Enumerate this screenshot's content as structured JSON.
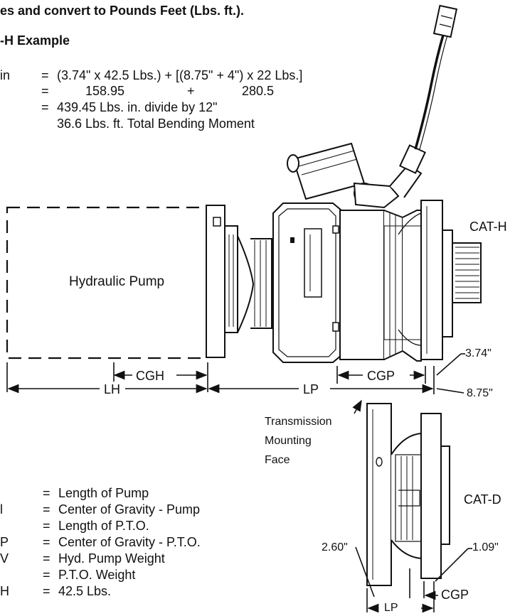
{
  "header": {
    "line1": "es and convert to Pounds Feet (Lbs. ft.).",
    "line2": "-H Example"
  },
  "equation": {
    "lhs": "in",
    "eq1": "=",
    "expr": "(3.74\" x 42.5 Lbs.) + [(8.75\" + 4\") x 22 Lbs.]",
    "eq2": "=",
    "term1": "158.95",
    "plus": "+",
    "term2": "280.5",
    "eq3": "=",
    "result": "439.45 Lbs. in. divide by 12\"",
    "total": "36.6 Lbs. ft. Total Bending Moment"
  },
  "labels": {
    "pump": "Hydraulic Pump",
    "cat_h": "CAT-H",
    "cat_d": "CAT-D",
    "cgh": "CGH",
    "lh": "LH",
    "lp": "LP",
    "cgp": "CGP",
    "dim_374": "3.74\"",
    "dim_875": "8.75\"",
    "dim_109": "1.09\"",
    "dim_260": "2.60\"",
    "cgp_d": "CGP",
    "lp_d": "LP",
    "trans_1": "Transmission",
    "trans_2": "Mounting",
    "trans_3": "Face"
  },
  "legend": [
    {
      "key": "",
      "eq": "=",
      "desc": "Length of Pump"
    },
    {
      "key": "l",
      "eq": "=",
      "desc": "Center of Gravity - Pump"
    },
    {
      "key": "",
      "eq": "=",
      "desc": "Length of P.T.O."
    },
    {
      "key": "P",
      "eq": "=",
      "desc": "Center of Gravity - P.T.O."
    },
    {
      "key": "V",
      "eq": "=",
      "desc": "Hyd. Pump Weight"
    },
    {
      "key": "",
      "eq": "=",
      "desc": "P.T.O. Weight"
    },
    {
      "key": "H",
      "eq": "=",
      "desc": "42.5 Lbs."
    }
  ]
}
